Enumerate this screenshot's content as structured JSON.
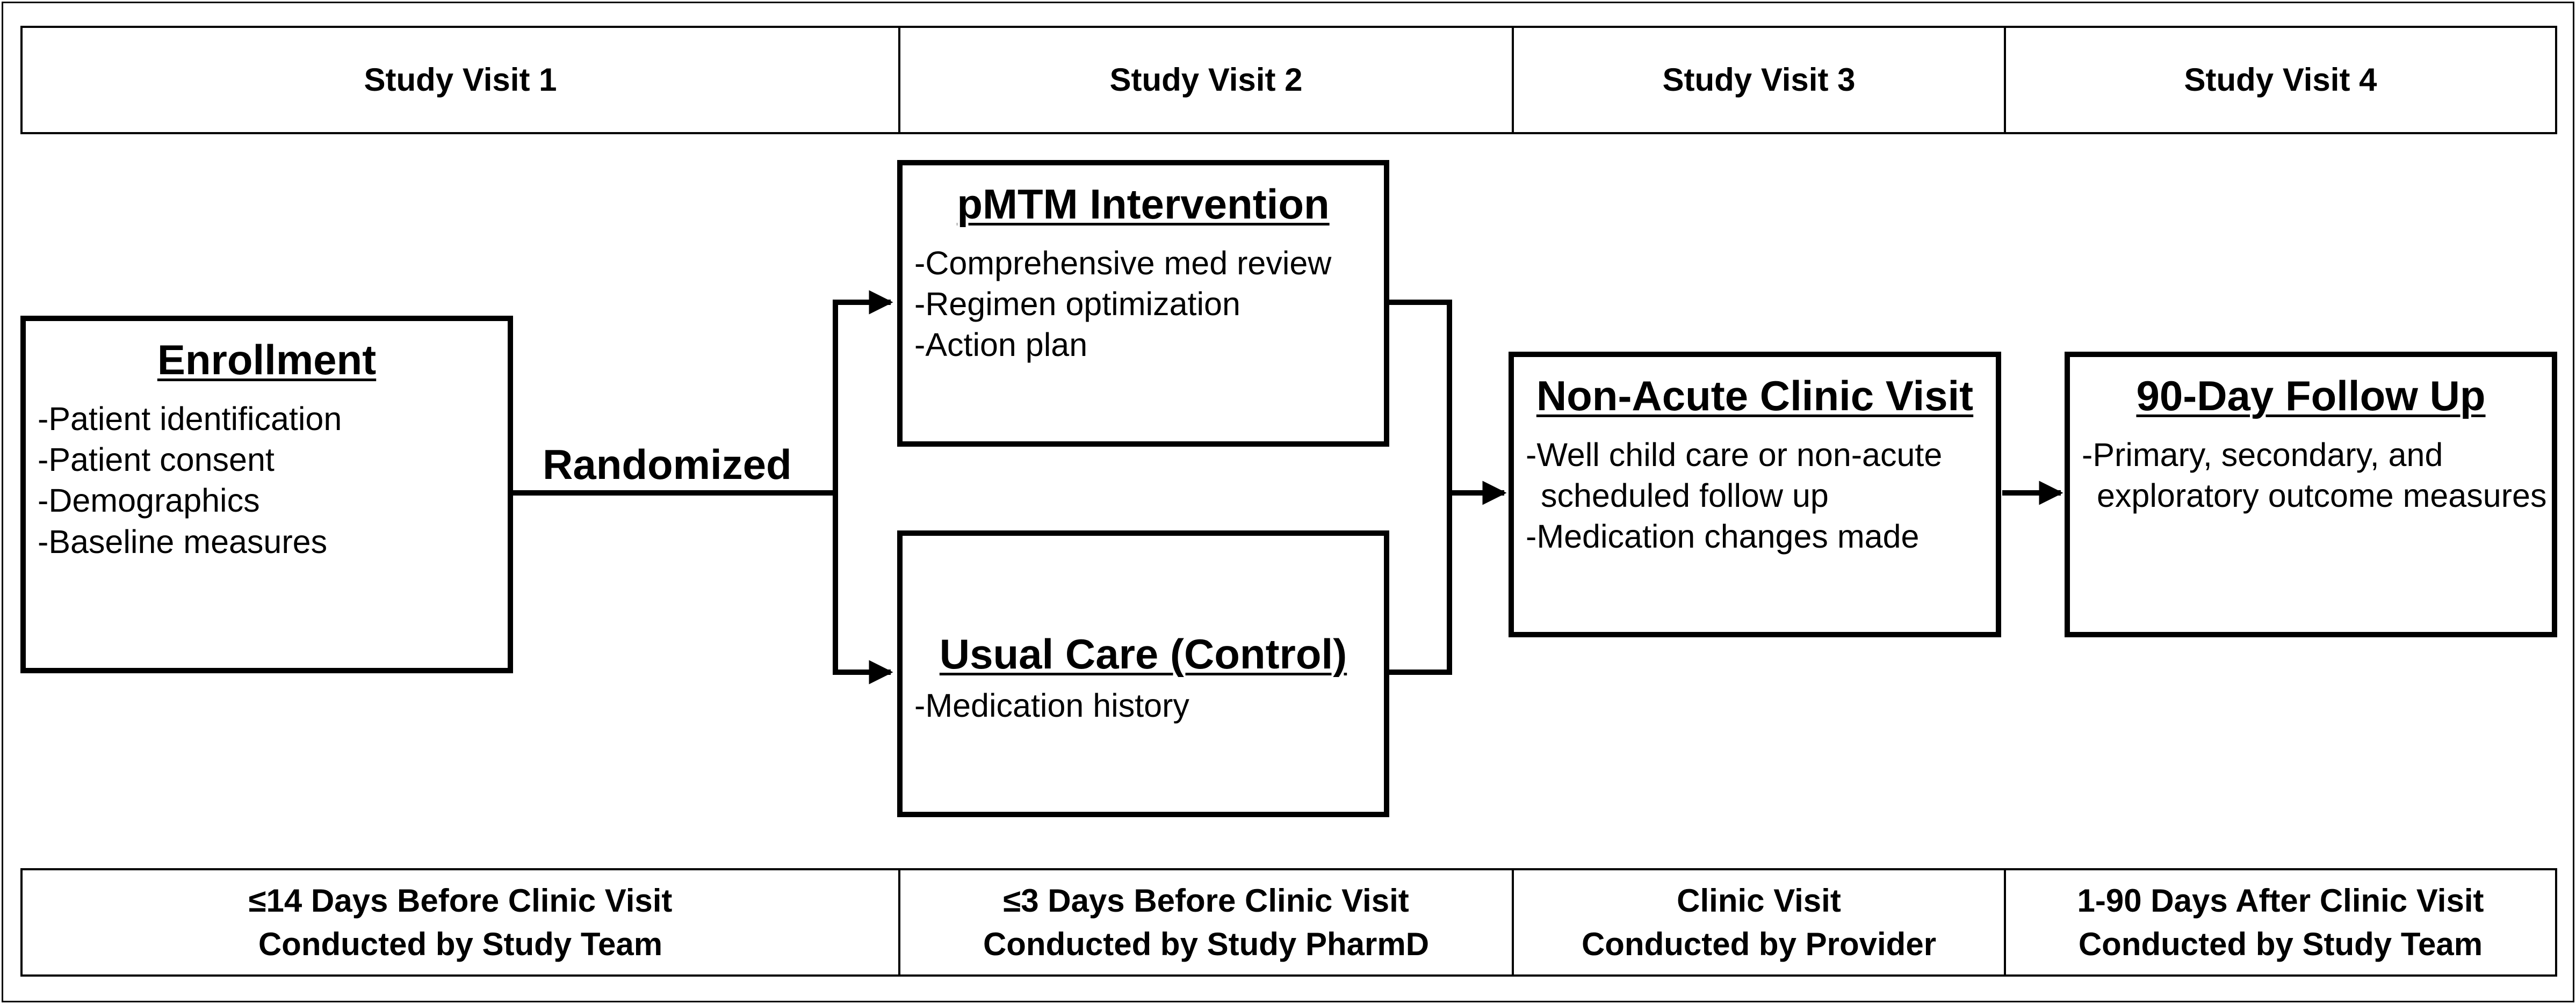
{
  "visits": [
    "Study Visit 1",
    "Study Visit 2",
    "Study Visit 3",
    "Study Visit 4"
  ],
  "timing": [
    {
      "when": "≤14 Days Before Clinic Visit",
      "who": "Conducted by Study Team"
    },
    {
      "when": "≤3 Days Before Clinic Visit",
      "who": "Conducted by Study PharmD"
    },
    {
      "when": "Clinic Visit",
      "who": "Conducted by Provider"
    },
    {
      "when": "1-90 Days After Clinic Visit",
      "who": "Conducted by Study Team"
    }
  ],
  "randomized_label": "Randomized",
  "boxes": {
    "enrollment": {
      "title": "Enrollment",
      "items": [
        "-Patient identification",
        "-Patient consent",
        "-Demographics",
        "-Baseline measures"
      ]
    },
    "pmtm": {
      "title": "pMTM Intervention",
      "items": [
        "-Comprehensive med review",
        "-Regimen optimization",
        "-Action plan"
      ]
    },
    "usual_care": {
      "title": "Usual Care (Control)",
      "items": [
        "-Medication history"
      ]
    },
    "clinic_visit": {
      "title": "Non-Acute Clinic Visit",
      "items": [
        "-Well child care or non-acute scheduled follow up",
        "-Medication changes made"
      ]
    },
    "follow_up": {
      "title": "90-Day Follow Up",
      "items": [
        "-Primary, secondary, and exploratory outcome measures"
      ]
    }
  }
}
